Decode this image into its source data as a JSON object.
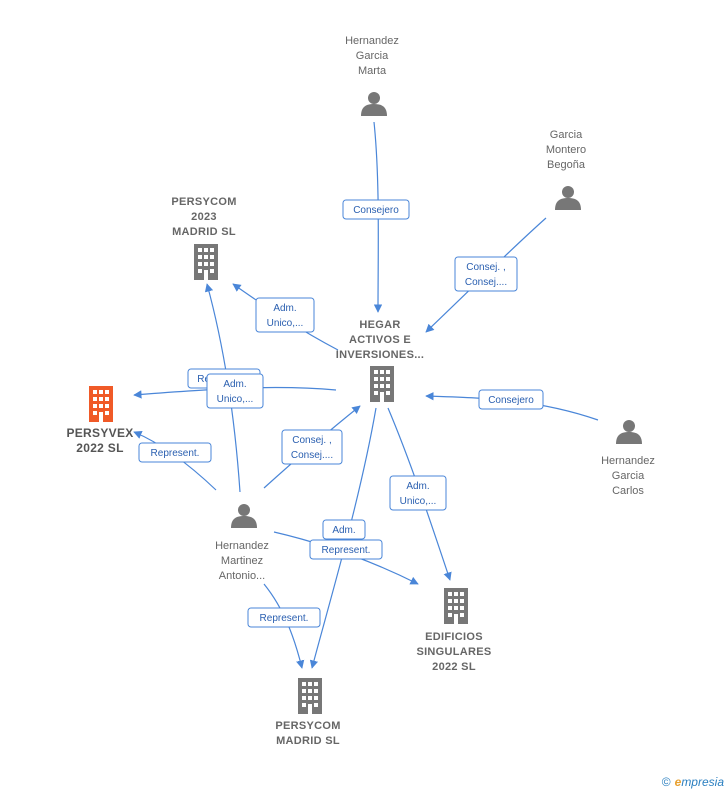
{
  "nodes": {
    "hernandez_garcia_marta": {
      "lines": [
        "Hernandez",
        "Garcia",
        "Marta"
      ],
      "kind": "person"
    },
    "garcia_montero_begona": {
      "lines": [
        "Garcia",
        "Montero",
        "Begoña"
      ],
      "kind": "person"
    },
    "persycom_2023": {
      "lines": [
        "PERSYCOM",
        "2023",
        "MADRID  SL"
      ],
      "kind": "company"
    },
    "hegar": {
      "lines": [
        "HEGAR",
        "ACTIVOS E",
        "INVERSIONES..."
      ],
      "kind": "company"
    },
    "persyvex": {
      "lines": [
        "PERSYVEX",
        "2022  SL"
      ],
      "kind": "company-main"
    },
    "hernandez_garcia_carlos": {
      "lines": [
        "Hernandez",
        "Garcia",
        "Carlos"
      ],
      "kind": "person"
    },
    "hernandez_martinez": {
      "lines": [
        "Hernandez",
        "Martinez",
        "Antonio..."
      ],
      "kind": "person"
    },
    "edificios": {
      "lines": [
        "EDIFICIOS",
        "SINGULARES",
        "2022  SL"
      ],
      "kind": "company"
    },
    "persycom_madrid": {
      "lines": [
        "PERSYCOM",
        "MADRID SL"
      ],
      "kind": "company"
    }
  },
  "edges": [
    {
      "id": "e1",
      "lines": [
        "Consejero"
      ]
    },
    {
      "id": "e2",
      "lines": [
        "Consej. ,",
        "Consej...."
      ]
    },
    {
      "id": "e3",
      "lines": [
        "Adm.",
        "Unico,..."
      ]
    },
    {
      "id": "e4",
      "lines": [
        "Consejero"
      ]
    },
    {
      "id": "e5",
      "lines": [
        "Adm.",
        "Unico,..."
      ]
    },
    {
      "id": "e6",
      "lines": [
        "Repr..."
      ]
    },
    {
      "id": "e7",
      "lines": [
        "Adm.",
        "Unico,..."
      ]
    },
    {
      "id": "e8",
      "lines": [
        "Represent."
      ]
    },
    {
      "id": "e9",
      "lines": [
        "Consej. ,",
        "Consej...."
      ]
    },
    {
      "id": "e10",
      "lines": [
        "Adm."
      ]
    },
    {
      "id": "e11",
      "lines": [
        "Represent."
      ]
    },
    {
      "id": "e12",
      "lines": [
        "Represent."
      ]
    }
  ],
  "colors": {
    "edge": "#4a86d8",
    "icon": "#777777",
    "main": "#f05a28",
    "label": "#666666"
  },
  "footer": {
    "copyright": "©",
    "brand_initial": "e",
    "brand_rest": "mpresia"
  }
}
